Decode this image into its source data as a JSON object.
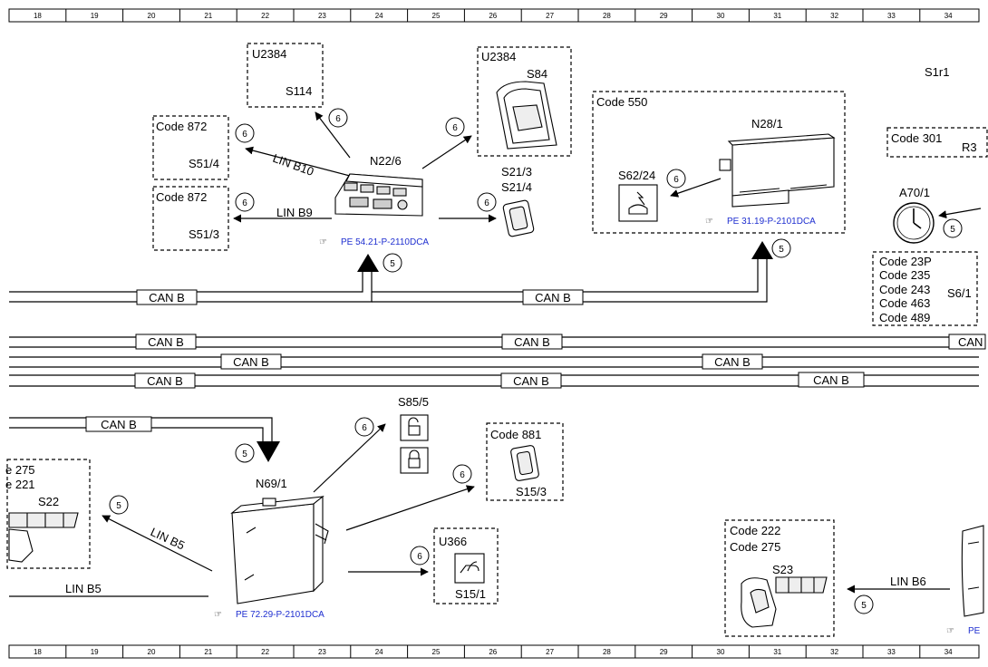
{
  "ruler": [
    "18",
    "19",
    "20",
    "21",
    "22",
    "23",
    "24",
    "25",
    "26",
    "27",
    "28",
    "29",
    "30",
    "31",
    "32",
    "33",
    "34"
  ],
  "labels": {
    "u2384_a": "U2384",
    "s114": "S114",
    "u2384_b": "U2384",
    "s84": "S84",
    "code872_a": "Code 872",
    "s51_4": "S51/4",
    "code872_b": "Code 872",
    "s51_3": "S51/3",
    "n22_6": "N22/6",
    "lin_b10": "LIN B10",
    "lin_b9": "LIN B9",
    "s21_3": "S21/3",
    "s21_4": "S21/4",
    "code550": "Code 550",
    "n28_1": "N28/1",
    "s62_24": "S62/24",
    "s1r1": "S1r1",
    "code301": "Code 301",
    "r3": "R3",
    "a70_1": "A70/1",
    "code_23p": "Code 23P",
    "code_235": "Code 235",
    "code_243": "Code 243",
    "code_463": "Code 463",
    "code_489": "Code 489",
    "s6_1": "S6/1",
    "s85_5": "S85/5",
    "code881": "Code 881",
    "s15_3": "S15/3",
    "n69_1": "N69/1",
    "e275": "e 275",
    "e221": "e 221",
    "s22": "S22",
    "lin_b5a": "LIN B5",
    "lin_b5b": "LIN B5",
    "u366": "U366",
    "s15_1": "S15/1",
    "code222": "Code 222",
    "code275": "Code 275",
    "s23": "S23",
    "lin_b6": "LIN B6",
    "can_b": "CAN B",
    "can_b_cut": "CAN"
  },
  "refs": {
    "pe_54_21": "PE 54.21-P-2110DCA",
    "pe_31_19": "PE 31.19-P-2101DCA",
    "pe_72_29": "PE 72.29-P-2101DCA",
    "pe_cut": "PE"
  },
  "callouts": {
    "five": "5",
    "six": "6"
  },
  "colors": {
    "link": "#1f2fd0",
    "line": "#000000"
  }
}
